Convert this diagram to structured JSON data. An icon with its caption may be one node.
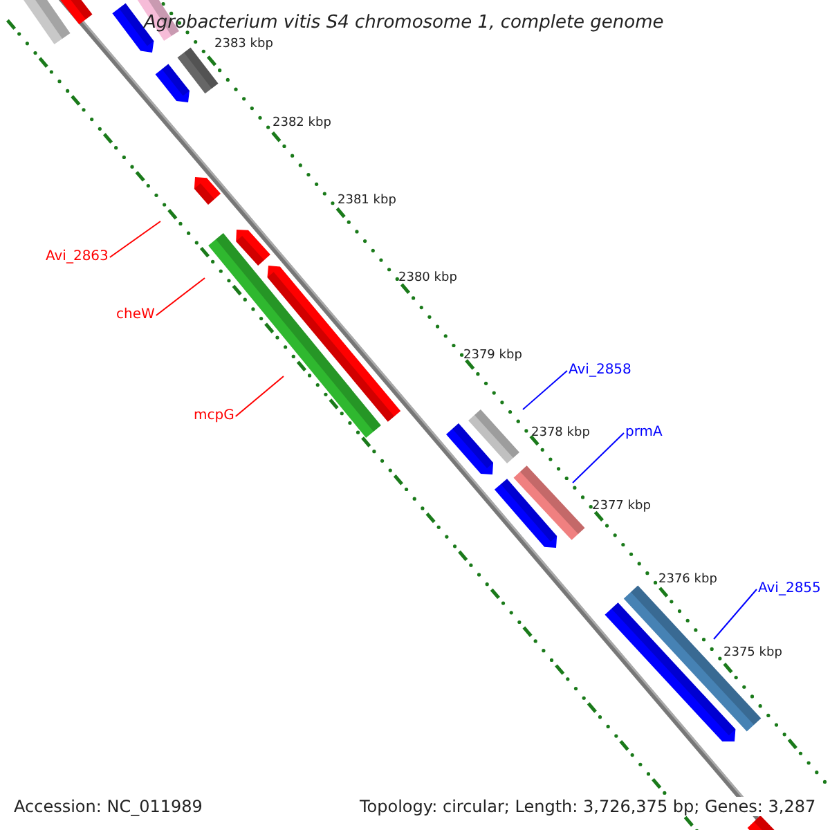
{
  "diagram": {
    "title": "Agrobacterium vitis S4 chromosome 1, complete genome",
    "nodes": [
      {
        "text": [
          "Avi_2863"
        ]
      },
      {
        "text": [
          "cheW"
        ]
      },
      {
        "text": [
          "mcpG"
        ]
      },
      {
        "text": [
          "Avi_2858"
        ]
      },
      {
        "text": [
          "prmA"
        ]
      },
      {
        "text": [
          "Avi_2855"
        ]
      }
    ],
    "edges": [
      {
        "from": 0,
        "to": null,
        "arrow": "none",
        "color": "#ff0000"
      },
      {
        "from": 1,
        "to": null,
        "arrow": "none",
        "color": "#ff0000"
      },
      {
        "from": 2,
        "to": null,
        "arrow": "none",
        "color": "#ff0000"
      },
      {
        "from": 3,
        "to": null,
        "arrow": "none",
        "color": "#0000ff"
      },
      {
        "from": 4,
        "to": null,
        "arrow": "none",
        "color": "#0000ff"
      },
      {
        "from": 5,
        "to": null,
        "arrow": "none",
        "color": "#0000ff"
      }
    ],
    "labels": [
      "2383 kbp",
      "2382 kbp",
      "2381 kbp",
      "2380 kbp",
      "2379 kbp",
      "2378 kbp",
      "2377 kbp",
      "2376 kbp",
      "2375 kbp",
      "Accession: NC_011989",
      "Topology: circular; Length: 3,726,375 bp; Genes: 3,287"
    ]
  }
}
